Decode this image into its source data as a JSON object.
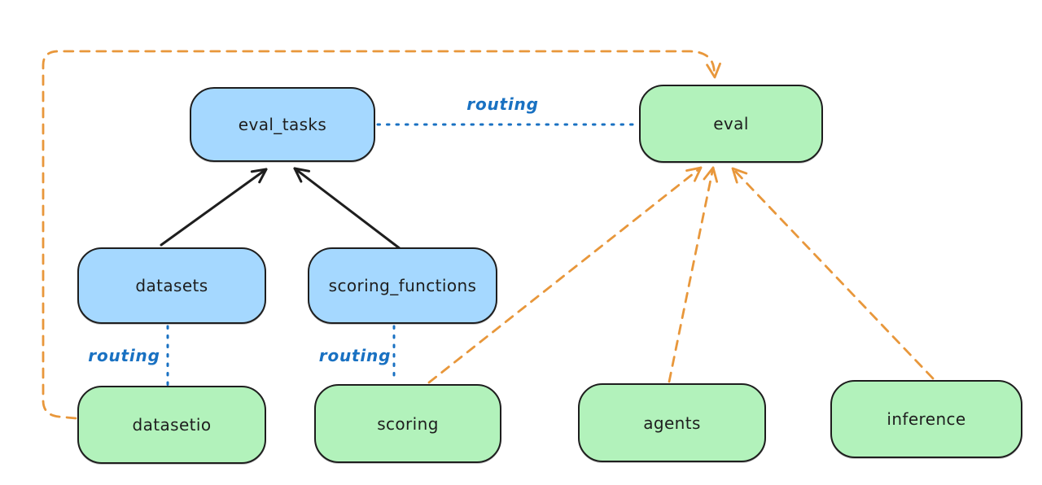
{
  "nodes": [
    {
      "id": "eval_tasks",
      "label": "eval_tasks",
      "kind": "api"
    },
    {
      "id": "eval",
      "label": "eval",
      "kind": "provider"
    },
    {
      "id": "datasets",
      "label": "datasets",
      "kind": "api"
    },
    {
      "id": "scoring_functions",
      "label": "scoring_functions",
      "kind": "api"
    },
    {
      "id": "datasetio",
      "label": "datasetio",
      "kind": "provider"
    },
    {
      "id": "scoring",
      "label": "scoring",
      "kind": "provider"
    },
    {
      "id": "agents",
      "label": "agents",
      "kind": "provider"
    },
    {
      "id": "inference",
      "label": "inference",
      "kind": "provider"
    }
  ],
  "labels": {
    "routing_top": "routing",
    "routing_datasets": "routing",
    "routing_scoring": "routing"
  },
  "colors": {
    "background": "#ffffff",
    "api_fill": "#a5d8ff",
    "provider_fill": "#b2f2bb",
    "node_stroke": "#1e1e1e",
    "solid_arrow": "#1e1e1e",
    "routing_line": "#1971c2",
    "routing_text": "#1971c2",
    "orange_dashed": "#e8973b"
  },
  "edges": [
    {
      "from": "datasets",
      "to": "eval_tasks",
      "style": "solid",
      "color": "black",
      "arrow": true
    },
    {
      "from": "scoring_functions",
      "to": "eval_tasks",
      "style": "solid",
      "color": "black",
      "arrow": true
    },
    {
      "from": "eval_tasks",
      "to": "eval",
      "style": "dotted",
      "color": "blue",
      "arrow": false,
      "label": "routing"
    },
    {
      "from": "datasets",
      "to": "datasetio",
      "style": "dotted",
      "color": "blue",
      "arrow": false,
      "label": "routing"
    },
    {
      "from": "scoring_functions",
      "to": "scoring",
      "style": "dotted",
      "color": "blue",
      "arrow": false,
      "label": "routing"
    },
    {
      "from": "datasetio",
      "to": "eval",
      "style": "dashed",
      "color": "orange",
      "arrow": true
    },
    {
      "from": "scoring",
      "to": "eval",
      "style": "dashed",
      "color": "orange",
      "arrow": true
    },
    {
      "from": "agents",
      "to": "eval",
      "style": "dashed",
      "color": "orange",
      "arrow": true
    },
    {
      "from": "inference",
      "to": "eval",
      "style": "dashed",
      "color": "orange",
      "arrow": true
    }
  ]
}
